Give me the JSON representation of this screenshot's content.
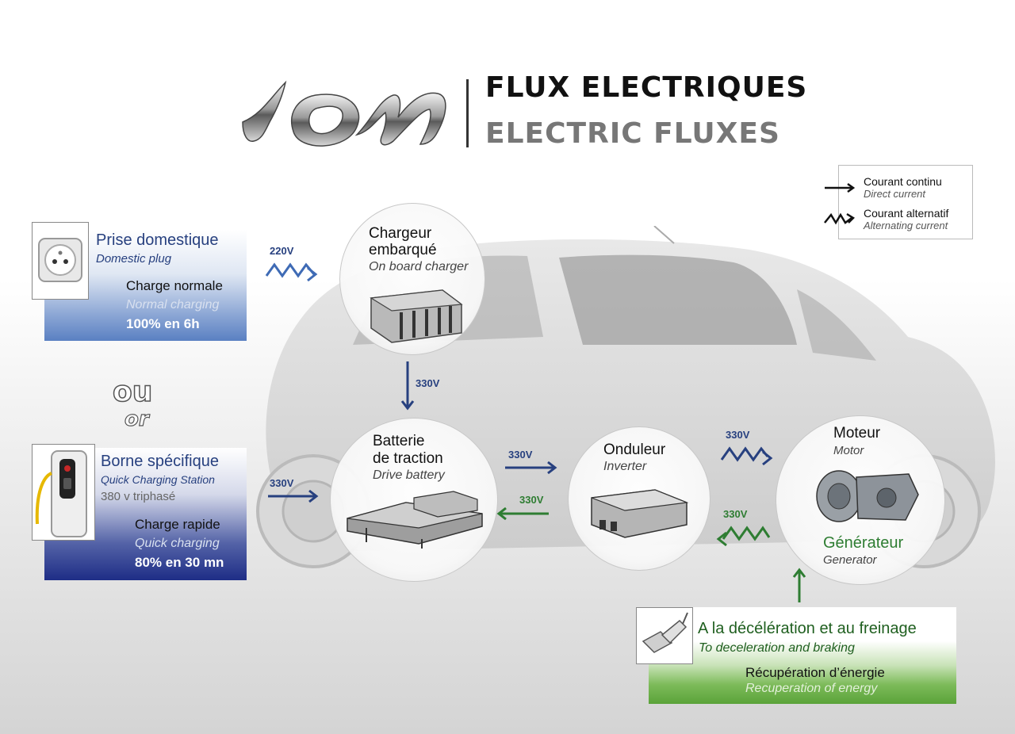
{
  "header": {
    "logo_text": "iOn",
    "title_fr": "FLUX ELECTRIQUES",
    "title_en": "ELECTRIC FLUXES"
  },
  "legend": {
    "dc_fr": "Courant continu",
    "dc_en": "Direct current",
    "ac_fr": "Courant alternatif",
    "ac_en": "Alternating current"
  },
  "domestic": {
    "title_fr": "Prise domestique",
    "title_en": "Domestic plug",
    "charge_fr": "Charge normale",
    "charge_en": "Normal charging",
    "time": "100% en 6h"
  },
  "separator": {
    "fr": "ou",
    "en": "or"
  },
  "station": {
    "title_fr": "Borne spécifique",
    "title_en": "Quick Charging Station",
    "spec": "380 v triphasé",
    "charge_fr": "Charge rapide",
    "charge_en": "Quick charging",
    "time": "80% en 30 mn"
  },
  "charger": {
    "name_fr_1": "Chargeur",
    "name_fr_2": "embarqué",
    "name_en": "On board charger"
  },
  "battery": {
    "name_fr_1": "Batterie",
    "name_fr_2": "de traction",
    "name_en": "Drive battery"
  },
  "inverter": {
    "name_fr": "Onduleur",
    "name_en": "Inverter"
  },
  "motor": {
    "name_fr": "Moteur",
    "name_en": "Motor",
    "gen_fr": "Générateur",
    "gen_en": "Generator"
  },
  "voltages": {
    "plug_in": "220V",
    "charger_to_battery": "330V",
    "station_in": "330V",
    "battery_to_inverter": "330V",
    "inverter_to_battery": "330V",
    "inverter_to_motor": "330V",
    "motor_to_inverter": "330V"
  },
  "braking": {
    "title_fr": "A la décélération et au freinage",
    "title_en": "To deceleration and braking",
    "recup_fr": "Récupération d’énergie",
    "recup_en": "Recuperation of energy"
  },
  "colors": {
    "dc_blue": "#27407f",
    "green": "#2e7d32"
  }
}
